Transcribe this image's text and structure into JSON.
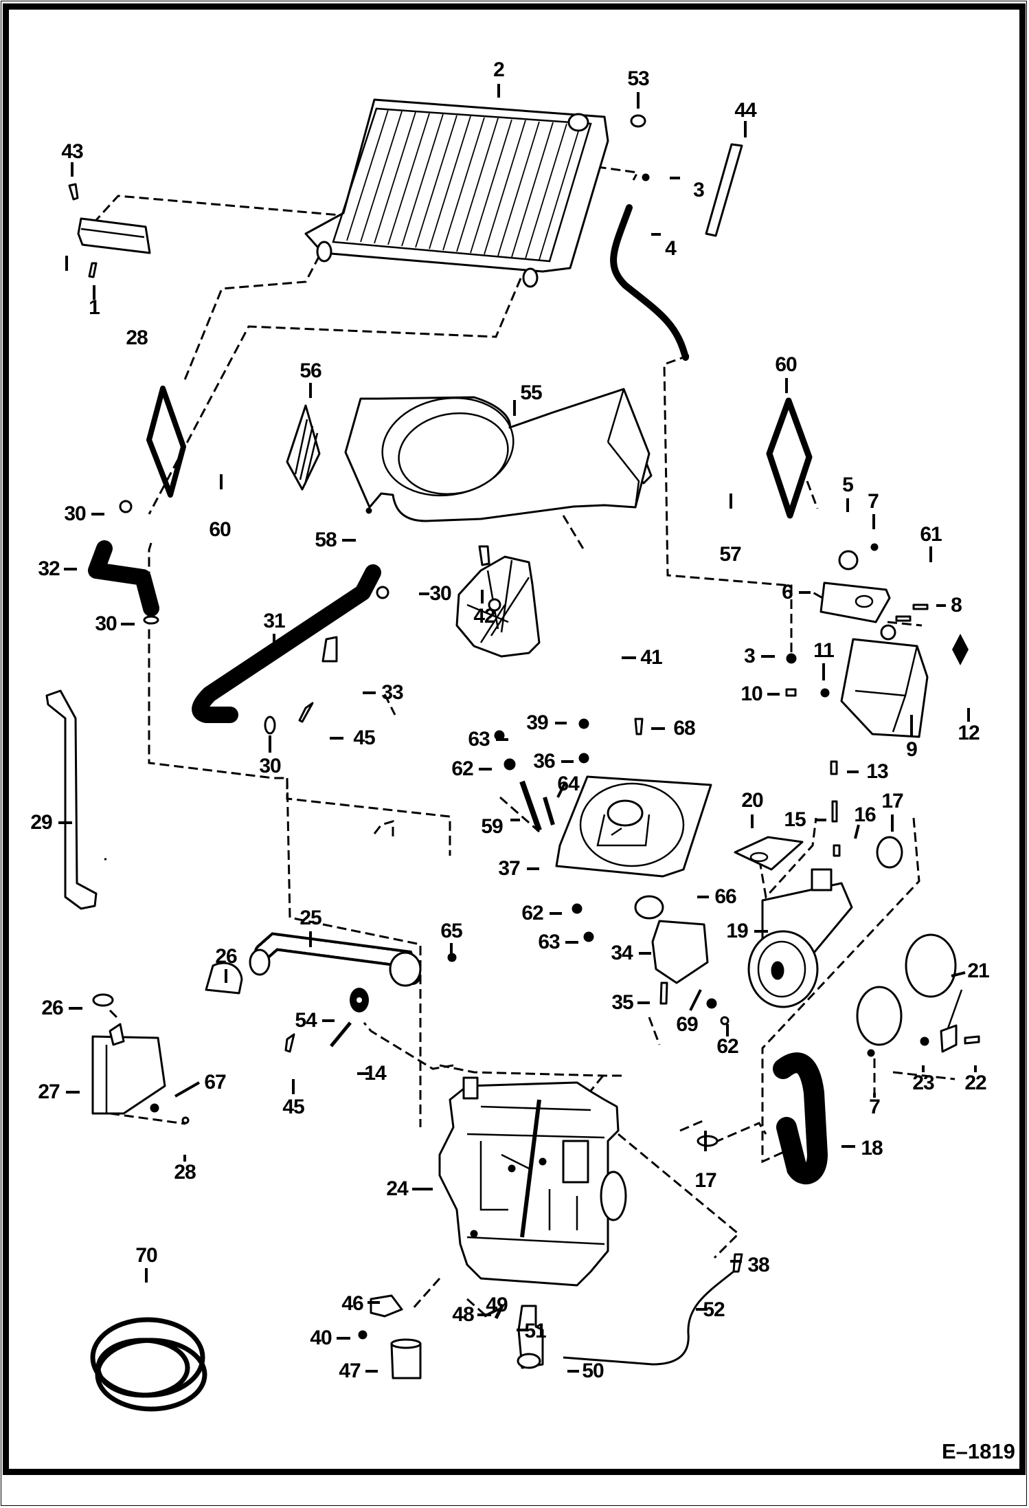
{
  "figure": {
    "id_label": "E–1819",
    "title": "Engine and Cooling System Exploded Parts Diagram"
  },
  "callouts": [
    {
      "id": "c2",
      "num": "2",
      "part": "radiator"
    },
    {
      "id": "c53",
      "num": "53",
      "part": "radiator-cap"
    },
    {
      "id": "c44",
      "num": "44",
      "part": "seal-strip"
    },
    {
      "id": "c43",
      "num": "43",
      "part": "bolt"
    },
    {
      "id": "c3a",
      "num": "3",
      "part": "clamp"
    },
    {
      "id": "c4",
      "num": "4",
      "part": "overflow-hose"
    },
    {
      "id": "c1",
      "num": "1",
      "part": "mounting-bracket"
    },
    {
      "id": "c28a",
      "num": "28",
      "part": "bolt"
    },
    {
      "id": "c60a",
      "num": "60",
      "part": "gasket"
    },
    {
      "id": "c56",
      "num": "56",
      "part": "baffle"
    },
    {
      "id": "c55",
      "num": "55",
      "part": "fan-shroud"
    },
    {
      "id": "c60b",
      "num": "60",
      "part": "gasket"
    },
    {
      "id": "c30a",
      "num": "30",
      "part": "hose-clamp"
    },
    {
      "id": "c58",
      "num": "58",
      "part": "rivet"
    },
    {
      "id": "c57",
      "num": "57",
      "part": "baffle"
    },
    {
      "id": "c5",
      "num": "5",
      "part": "cap"
    },
    {
      "id": "c7a",
      "num": "7",
      "part": "nut"
    },
    {
      "id": "c61",
      "num": "61",
      "part": "bolt"
    },
    {
      "id": "c6",
      "num": "6",
      "part": "bracket"
    },
    {
      "id": "c8",
      "num": "8",
      "part": "bolt"
    },
    {
      "id": "c32",
      "num": "32",
      "part": "upper-hose"
    },
    {
      "id": "c30b",
      "num": "30",
      "part": "hose-clamp"
    },
    {
      "id": "c42",
      "num": "42",
      "part": "bolt"
    },
    {
      "id": "c31",
      "num": "31",
      "part": "lower-hose"
    },
    {
      "id": "c30c",
      "num": "30",
      "part": "hose-clamp"
    },
    {
      "id": "c41",
      "num": "41",
      "part": "fan"
    },
    {
      "id": "c3b",
      "num": "3",
      "part": "clamp"
    },
    {
      "id": "c11",
      "num": "11",
      "part": "fitting"
    },
    {
      "id": "c33",
      "num": "33",
      "part": "hose-bracket"
    },
    {
      "id": "c10",
      "num": "10",
      "part": "tee-fitting"
    },
    {
      "id": "c45a",
      "num": "45",
      "part": "bolt"
    },
    {
      "id": "c30d",
      "num": "30",
      "part": "hose-clamp"
    },
    {
      "id": "c39",
      "num": "39",
      "part": "nut"
    },
    {
      "id": "c68",
      "num": "68",
      "part": "bolt"
    },
    {
      "id": "c63a",
      "num": "63",
      "part": "nut"
    },
    {
      "id": "c9",
      "num": "9",
      "part": "recovery-tank"
    },
    {
      "id": "c12",
      "num": "12",
      "part": "grommet"
    },
    {
      "id": "c62a",
      "num": "62",
      "part": "washer"
    },
    {
      "id": "c36",
      "num": "36",
      "part": "nut"
    },
    {
      "id": "c13",
      "num": "13",
      "part": "bolt"
    },
    {
      "id": "c64",
      "num": "64",
      "part": "stud"
    },
    {
      "id": "c29",
      "num": "29",
      "part": "exhaust-pipe"
    },
    {
      "id": "c59",
      "num": "59",
      "part": "spring"
    },
    {
      "id": "c20",
      "num": "20",
      "part": "mount-plate"
    },
    {
      "id": "c15",
      "num": "15",
      "part": "spacer"
    },
    {
      "id": "c16",
      "num": "16",
      "part": "nut"
    },
    {
      "id": "c17a",
      "num": "17",
      "part": "clamp"
    },
    {
      "id": "c37",
      "num": "37",
      "part": "fan-housing"
    },
    {
      "id": "c66",
      "num": "66",
      "part": "gasket"
    },
    {
      "id": "c62b",
      "num": "62",
      "part": "washer"
    },
    {
      "id": "c19",
      "num": "19",
      "part": "air-cleaner"
    },
    {
      "id": "c25",
      "num": "25",
      "part": "flex-pipe"
    },
    {
      "id": "c63b",
      "num": "63",
      "part": "nut"
    },
    {
      "id": "c65",
      "num": "65",
      "part": "nut"
    },
    {
      "id": "c26a",
      "num": "26",
      "part": "clamp"
    },
    {
      "id": "c34",
      "num": "34",
      "part": "fuel-pump"
    },
    {
      "id": "c21",
      "num": "21",
      "part": "band-clamps"
    },
    {
      "id": "c26b",
      "num": "26",
      "part": "clamp"
    },
    {
      "id": "c54",
      "num": "54",
      "part": "gasket"
    },
    {
      "id": "c35",
      "num": "35",
      "part": "bolt"
    },
    {
      "id": "c69",
      "num": "69",
      "part": "washer"
    },
    {
      "id": "c62c",
      "num": "62",
      "part": "washer"
    },
    {
      "id": "c14",
      "num": "14",
      "part": "stud"
    },
    {
      "id": "c45b",
      "num": "45",
      "part": "bolt"
    },
    {
      "id": "c27",
      "num": "27",
      "part": "muffler"
    },
    {
      "id": "c67",
      "num": "67",
      "part": "bolt"
    },
    {
      "id": "c7b",
      "num": "7",
      "part": "nut"
    },
    {
      "id": "c23",
      "num": "23",
      "part": "washer"
    },
    {
      "id": "c22",
      "num": "22",
      "part": "bolt"
    },
    {
      "id": "c28b",
      "num": "28",
      "part": "bolt"
    },
    {
      "id": "c18",
      "num": "18",
      "part": "intake-hose"
    },
    {
      "id": "c17b",
      "num": "17",
      "part": "clamp"
    },
    {
      "id": "c24",
      "num": "24",
      "part": "engine"
    },
    {
      "id": "c38",
      "num": "38",
      "part": "fitting"
    },
    {
      "id": "c70",
      "num": "70",
      "part": "hose-coil"
    },
    {
      "id": "c46",
      "num": "46",
      "part": "filter-head"
    },
    {
      "id": "c49",
      "num": "49",
      "part": "bolt"
    },
    {
      "id": "c48",
      "num": "48",
      "part": "bolt"
    },
    {
      "id": "c52",
      "num": "52",
      "part": "line"
    },
    {
      "id": "c51",
      "num": "51",
      "part": "bracket"
    },
    {
      "id": "c40",
      "num": "40",
      "part": "bolt"
    },
    {
      "id": "c47",
      "num": "47",
      "part": "oil-filter"
    },
    {
      "id": "c50",
      "num": "50",
      "part": "fuel-filter"
    }
  ]
}
